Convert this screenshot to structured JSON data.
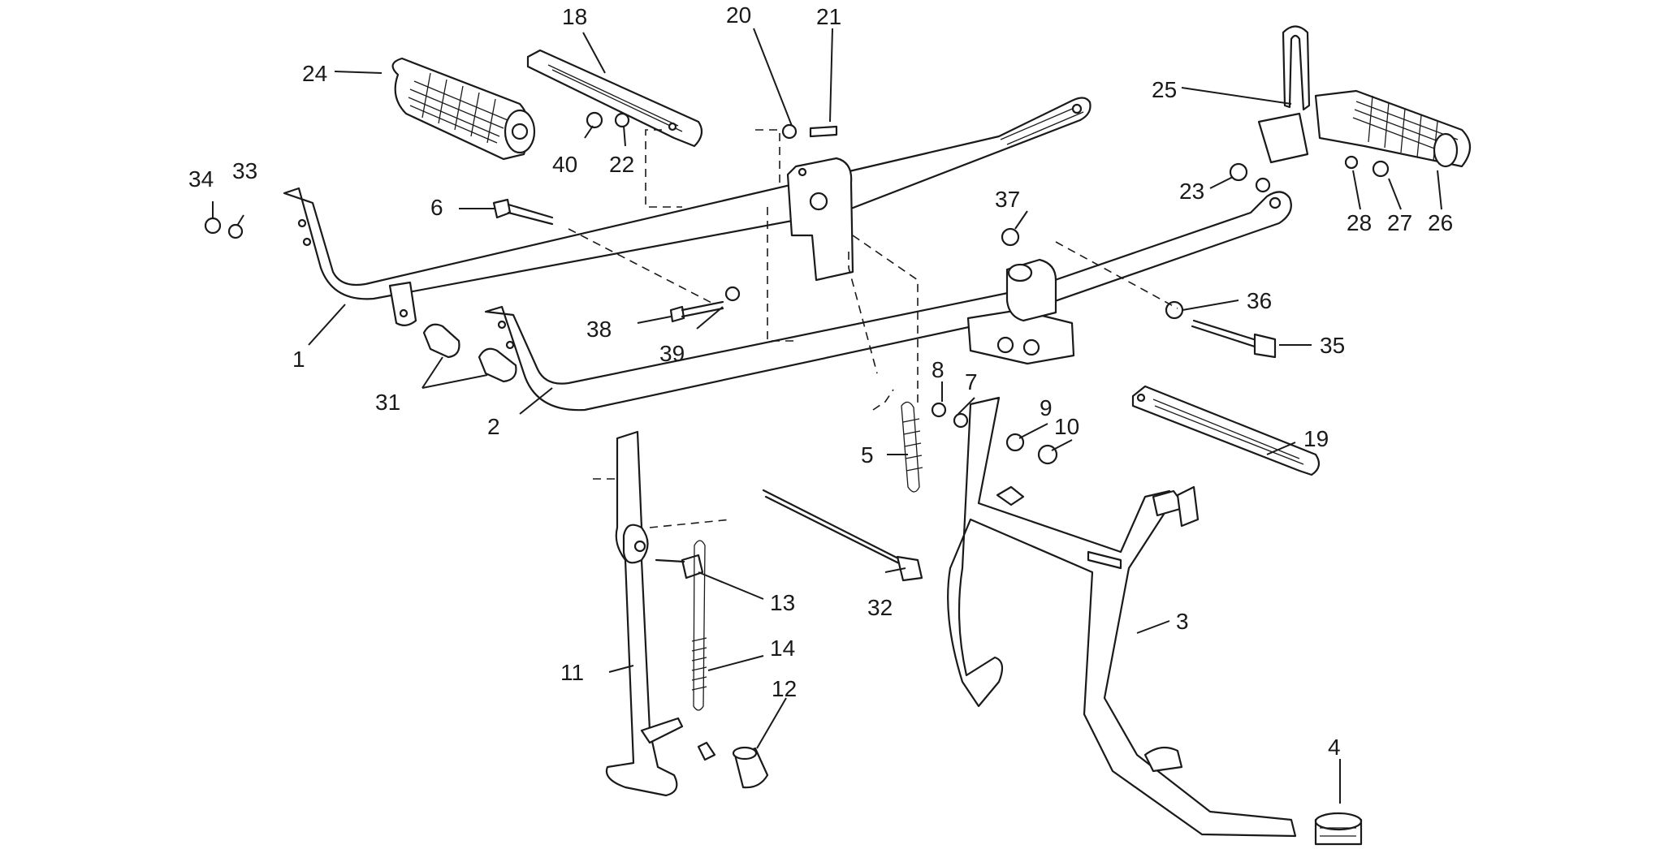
{
  "diagram": {
    "callouts": [
      {
        "id": "1",
        "label": "1"
      },
      {
        "id": "2",
        "label": "2"
      },
      {
        "id": "3",
        "label": "3"
      },
      {
        "id": "4",
        "label": "4"
      },
      {
        "id": "5",
        "label": "5"
      },
      {
        "id": "6",
        "label": "6"
      },
      {
        "id": "7",
        "label": "7"
      },
      {
        "id": "8",
        "label": "8"
      },
      {
        "id": "9",
        "label": "9"
      },
      {
        "id": "10",
        "label": "10"
      },
      {
        "id": "11",
        "label": "11"
      },
      {
        "id": "12",
        "label": "12"
      },
      {
        "id": "13",
        "label": "13"
      },
      {
        "id": "14",
        "label": "14"
      },
      {
        "id": "18",
        "label": "18"
      },
      {
        "id": "19",
        "label": "19"
      },
      {
        "id": "20",
        "label": "20"
      },
      {
        "id": "21",
        "label": "21"
      },
      {
        "id": "22",
        "label": "22"
      },
      {
        "id": "23",
        "label": "23"
      },
      {
        "id": "24",
        "label": "24"
      },
      {
        "id": "25",
        "label": "25"
      },
      {
        "id": "26",
        "label": "26"
      },
      {
        "id": "27",
        "label": "27"
      },
      {
        "id": "28",
        "label": "28"
      },
      {
        "id": "31",
        "label": "31"
      },
      {
        "id": "32",
        "label": "32"
      },
      {
        "id": "33",
        "label": "33"
      },
      {
        "id": "34",
        "label": "34"
      },
      {
        "id": "35",
        "label": "35"
      },
      {
        "id": "36",
        "label": "36"
      },
      {
        "id": "37",
        "label": "37"
      },
      {
        "id": "38",
        "label": "38"
      },
      {
        "id": "39",
        "label": "39"
      },
      {
        "id": "40",
        "label": "40"
      }
    ]
  }
}
